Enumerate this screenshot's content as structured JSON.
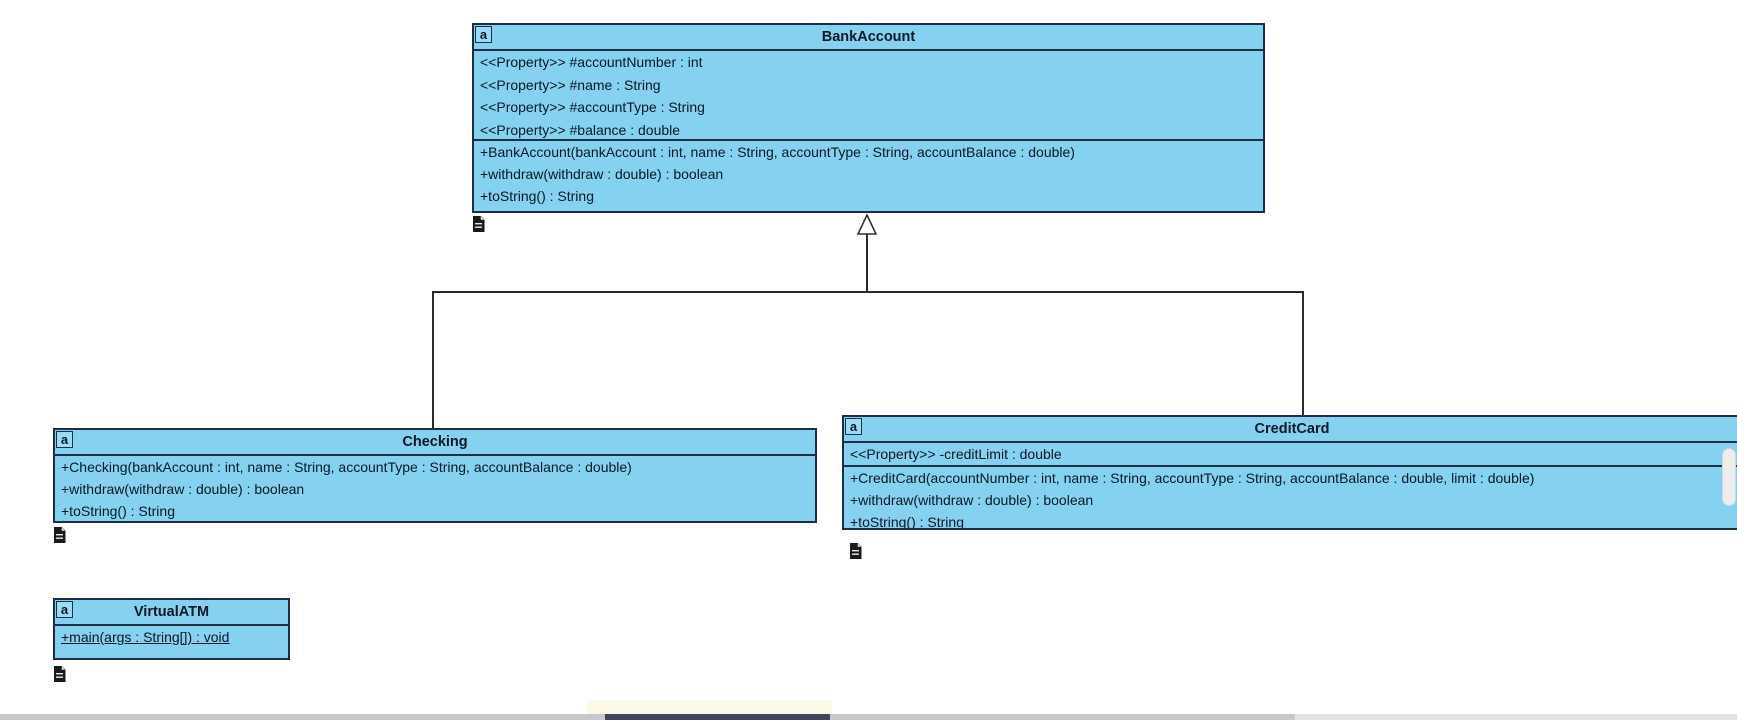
{
  "diagram": {
    "classes": [
      {
        "icon": "a",
        "name": "BankAccount",
        "properties": [
          "<<Property>> #accountNumber : int",
          "<<Property>> #name : String",
          "<<Property>> #accountType : String",
          "<<Property>> #balance : double"
        ],
        "methods": [
          "+BankAccount(bankAccount : int, name : String, accountType : String, accountBalance : double)",
          "+withdraw(withdraw : double) : boolean",
          "+toString() : String"
        ]
      },
      {
        "icon": "a",
        "name": "Checking",
        "properties": [],
        "methods": [
          "+Checking(bankAccount : int, name : String, accountType : String, accountBalance : double)",
          "+withdraw(withdraw : double) : boolean",
          "+toString() : String"
        ]
      },
      {
        "icon": "a",
        "name": "CreditCard",
        "properties": [
          "<<Property>> -creditLimit : double"
        ],
        "methods": [
          "+CreditCard(accountNumber : int, name : String, accountType : String, accountBalance : double, limit : double)",
          "+withdraw(withdraw : double) : boolean",
          "+toString() : String"
        ]
      },
      {
        "icon": "a",
        "name": "VirtualATM",
        "properties": [],
        "methods": [
          "+main(args : String[]) : void"
        ]
      }
    ],
    "relations": [
      {
        "type": "inheritance",
        "from": "Checking",
        "to": "BankAccount"
      },
      {
        "type": "inheritance",
        "from": "CreditCard",
        "to": "BankAccount"
      }
    ],
    "colors": {
      "class_fill": "#85d1f0",
      "class_border": "#1d2d44",
      "connector": "#2b2b2b",
      "taskbar_indicator": "#41445e"
    }
  }
}
